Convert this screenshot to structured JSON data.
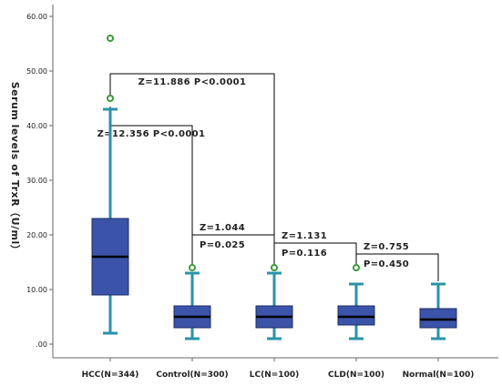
{
  "chart_data": {
    "type": "box",
    "ylabel": "Serum levels of TrxR（U/ml）",
    "ylim": [
      0,
      60
    ],
    "yticks": [
      ".00",
      "10.00",
      "20.00",
      "30.00",
      "40.00",
      "50.00",
      "60.00"
    ],
    "categories": [
      "HCC(N=344)",
      "Control(N=300)",
      "LC(N=100)",
      "CLD(N=100)",
      "Normal(N=100)"
    ],
    "boxes": [
      {
        "min": 2,
        "q1": 9,
        "median": 16,
        "q3": 23,
        "max": 43,
        "outliers": [
          45,
          56
        ]
      },
      {
        "min": 1,
        "q1": 3,
        "median": 5,
        "q3": 7,
        "max": 13,
        "outliers": [
          14
        ]
      },
      {
        "min": 1,
        "q1": 3,
        "median": 5,
        "q3": 7,
        "max": 13,
        "outliers": [
          14
        ]
      },
      {
        "min": 1,
        "q1": 3.5,
        "median": 5,
        "q3": 7,
        "max": 11,
        "outliers": [
          14
        ]
      },
      {
        "min": 1,
        "q1": 3,
        "median": 4.5,
        "q3": 6.5,
        "max": 11,
        "outliers": []
      }
    ],
    "comparisons": [
      {
        "from": 0,
        "to": 2,
        "y": 49.5,
        "lines": [
          "Z=11.886 P<0.0001"
        ]
      },
      {
        "from": 0,
        "to": 1,
        "y": 40,
        "lines": [
          "Z=12.356 P<0.0001"
        ]
      },
      {
        "from": 1,
        "to": 2,
        "y": 20,
        "lines": [
          "Z=1.044",
          "P=0.025"
        ]
      },
      {
        "from": 2,
        "to": 3,
        "y": 18.5,
        "lines": [
          "Z=1.131",
          "P=0.116"
        ]
      },
      {
        "from": 3,
        "to": 4,
        "y": 16.5,
        "lines": [
          "Z=0.755",
          "P=0.450"
        ]
      }
    ],
    "colors": {
      "box_fill": "#3b53a8",
      "box_stroke": "#1d2c66",
      "whisker": "#2a93a8",
      "outlier": "#3a9a3a",
      "median": "#000000",
      "axis": "#666666",
      "bracket": "#000000"
    }
  }
}
